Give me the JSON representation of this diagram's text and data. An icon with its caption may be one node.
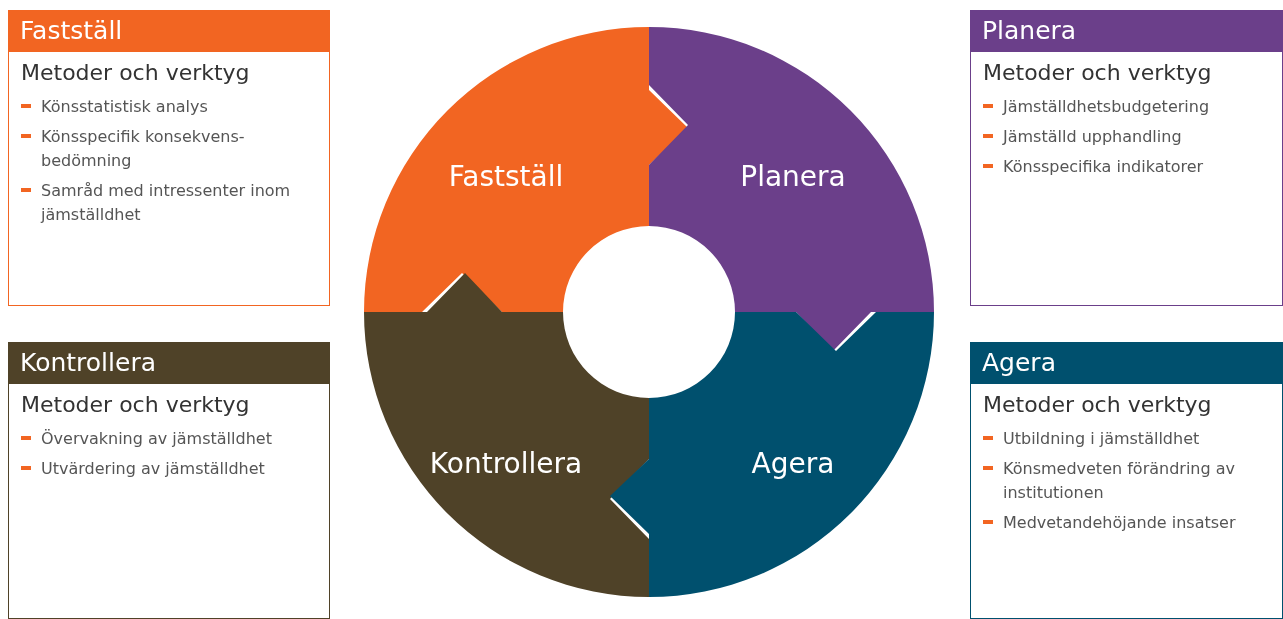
{
  "diagram": {
    "nodes": [
      {
        "text": [
          "Fastställ",
          "Metoder och verktyg",
          "Könsstatistisk analys",
          "Könsspecifik konsekvens-bedömning",
          "Samråd med intressenter inom jämställdhet"
        ]
      },
      {
        "text": [
          "Planera",
          "Metoder och verktyg",
          "Jämställdhetsbudgetering",
          "Jämställd upphandling",
          "Könsspecifika indikatorer"
        ]
      },
      {
        "text": [
          "Kontrollera",
          "Metoder och verktyg",
          "Övervakning av jämställdhet",
          "Utvärdering av jämställdhet"
        ]
      },
      {
        "text": [
          "Agera",
          "Metoder och verktyg",
          "Utbildning i jämställdhet",
          "Könsmedveten förändring av institutionen",
          "Medvetandehöjande insatser"
        ]
      },
      {
        "text": [
          "Fastställ"
        ]
      },
      {
        "text": [
          "Planera"
        ]
      },
      {
        "text": [
          "Kontrollera"
        ]
      },
      {
        "text": [
          "Agera"
        ]
      }
    ]
  }
}
